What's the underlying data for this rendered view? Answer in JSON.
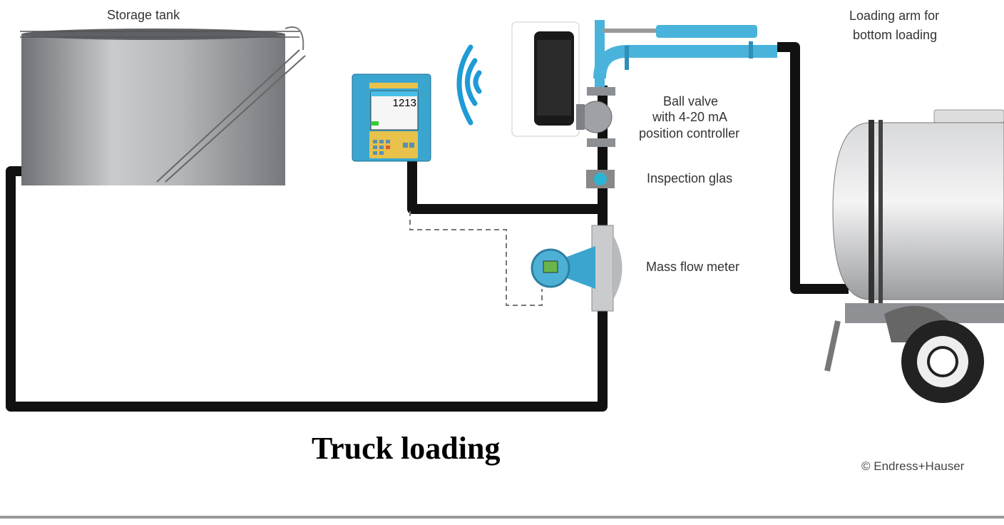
{
  "title": "Truck loading",
  "labels": {
    "storage_tank": "Storage tank",
    "loading_arm_line1": "Loading arm for",
    "loading_arm_line2": "bottom loading",
    "ball_valve_line1": "Ball valve",
    "ball_valve_line2": "with 4-20 mA",
    "ball_valve_line3": "position controller",
    "inspection_glas": "Inspection glas",
    "mass_flow_meter": "Mass flow meter"
  },
  "controller_display_value": "1213",
  "copyright": "© Endress+Hauser",
  "colors": {
    "pipe": "#111111",
    "device_blue": "#3aa6d0",
    "arm_blue": "#4ab3dc",
    "wireless_blue": "#1f9bd6",
    "keypad_yellow": "#e8c24a",
    "tank_grey": "#a9abae"
  }
}
